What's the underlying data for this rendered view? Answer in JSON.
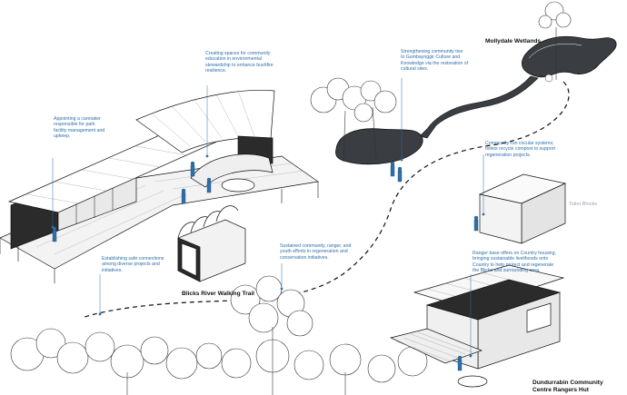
{
  "annotations": {
    "bushfire": "Creating spaces for community\neducation in environmental\nstewardship to enhance bushfire\nresilience.",
    "caretaker": "Appointing a caretaker\nresponsible for park\nfacility management and\nupkeep.",
    "culture": "Strengthening community ties\nto Gumbaynggir Culture and\nKnowledge via the restoration of\ncultural sites.",
    "circular": "Community-run circular systems;\ntoilets recycle compost to support\nregeneration projects.",
    "connections": "Establishing safe connections\namong diverse projects and\ninitiatives.",
    "regeneration": "Sustained community, ranger, and\nyouth efforts in regeneration and\nconservation initiatives.",
    "ranger": "Ranger base offers on Country housing,\nbringing sustainable livelihoods onto\nCountry to help protect and regenerate\nthe Blicks and surrounding area."
  },
  "places": {
    "wetlands": "Mollydale Wetlands",
    "trail": "Blicks River Walking Trail",
    "hut": "Dundurrabin Community\nCentre Rangers Hut",
    "toilets": "Toilet Blocks"
  },
  "colors": {
    "annotation_blue": "#2f6fa8",
    "ink": "#111111",
    "water": "#3a3d42",
    "faint_label": "#9aa3ad"
  }
}
